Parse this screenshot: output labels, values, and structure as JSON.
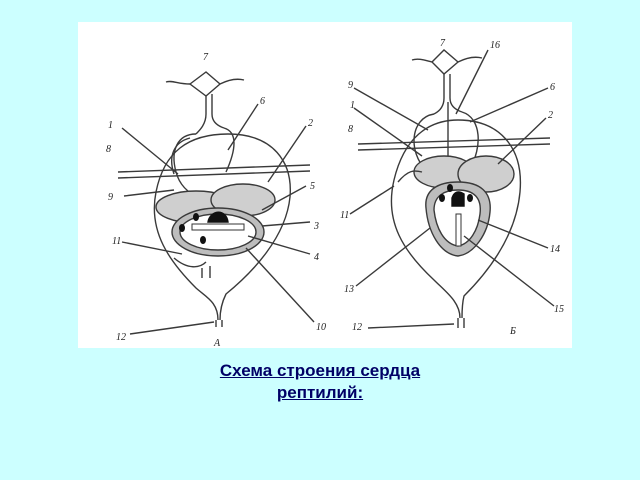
{
  "figure": {
    "labels_a": [
      "1",
      "2",
      "3",
      "4",
      "5",
      "6",
      "7",
      "8",
      "9",
      "10",
      "11",
      "12"
    ],
    "labels_b": [
      "1",
      "2",
      "6",
      "7",
      "8",
      "9",
      "11",
      "12",
      "13",
      "14",
      "15",
      "16"
    ],
    "panel_a": "А",
    "panel_b": "Б"
  },
  "caption": {
    "line1": "Схема строения сердца",
    "line2": "рептилий:"
  },
  "colors": {
    "background": "#ccffff",
    "caption": "#000066",
    "figure_bg": "#ffffff"
  }
}
